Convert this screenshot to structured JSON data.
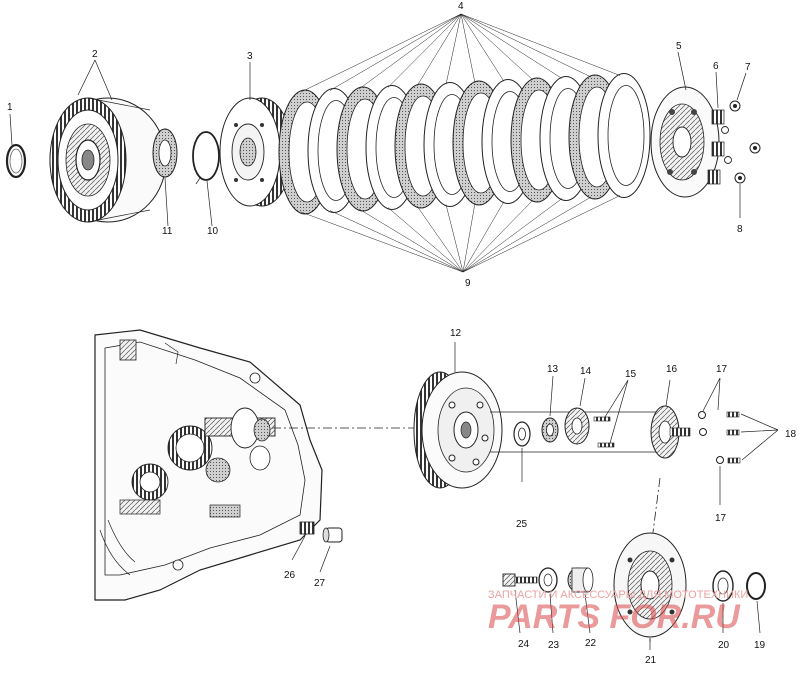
{
  "labels": {
    "n1": "1",
    "n2": "2",
    "n3": "3",
    "n4": "4",
    "n5": "5",
    "n6": "6",
    "n7": "7",
    "n8": "8",
    "n9": "9",
    "n10": "10",
    "n11": "11",
    "n12": "12",
    "n13": "13",
    "n14": "14",
    "n15": "15",
    "n16": "16",
    "n17a": "17",
    "n17b": "17",
    "n18": "18",
    "n19": "19",
    "n20": "20",
    "n21": "21",
    "n22": "22",
    "n23": "23",
    "n24": "24",
    "n25": "25",
    "n26": "26",
    "n27": "27"
  },
  "watermark": {
    "line1": "ЗАПЧАСТИ И АКСЕССУАРЫ ДЛЯ МОТОТЕХНИКИ",
    "line2": "PARTS FOR.RU"
  },
  "colors": {
    "line": "#222222",
    "watermark": "#d94848"
  }
}
